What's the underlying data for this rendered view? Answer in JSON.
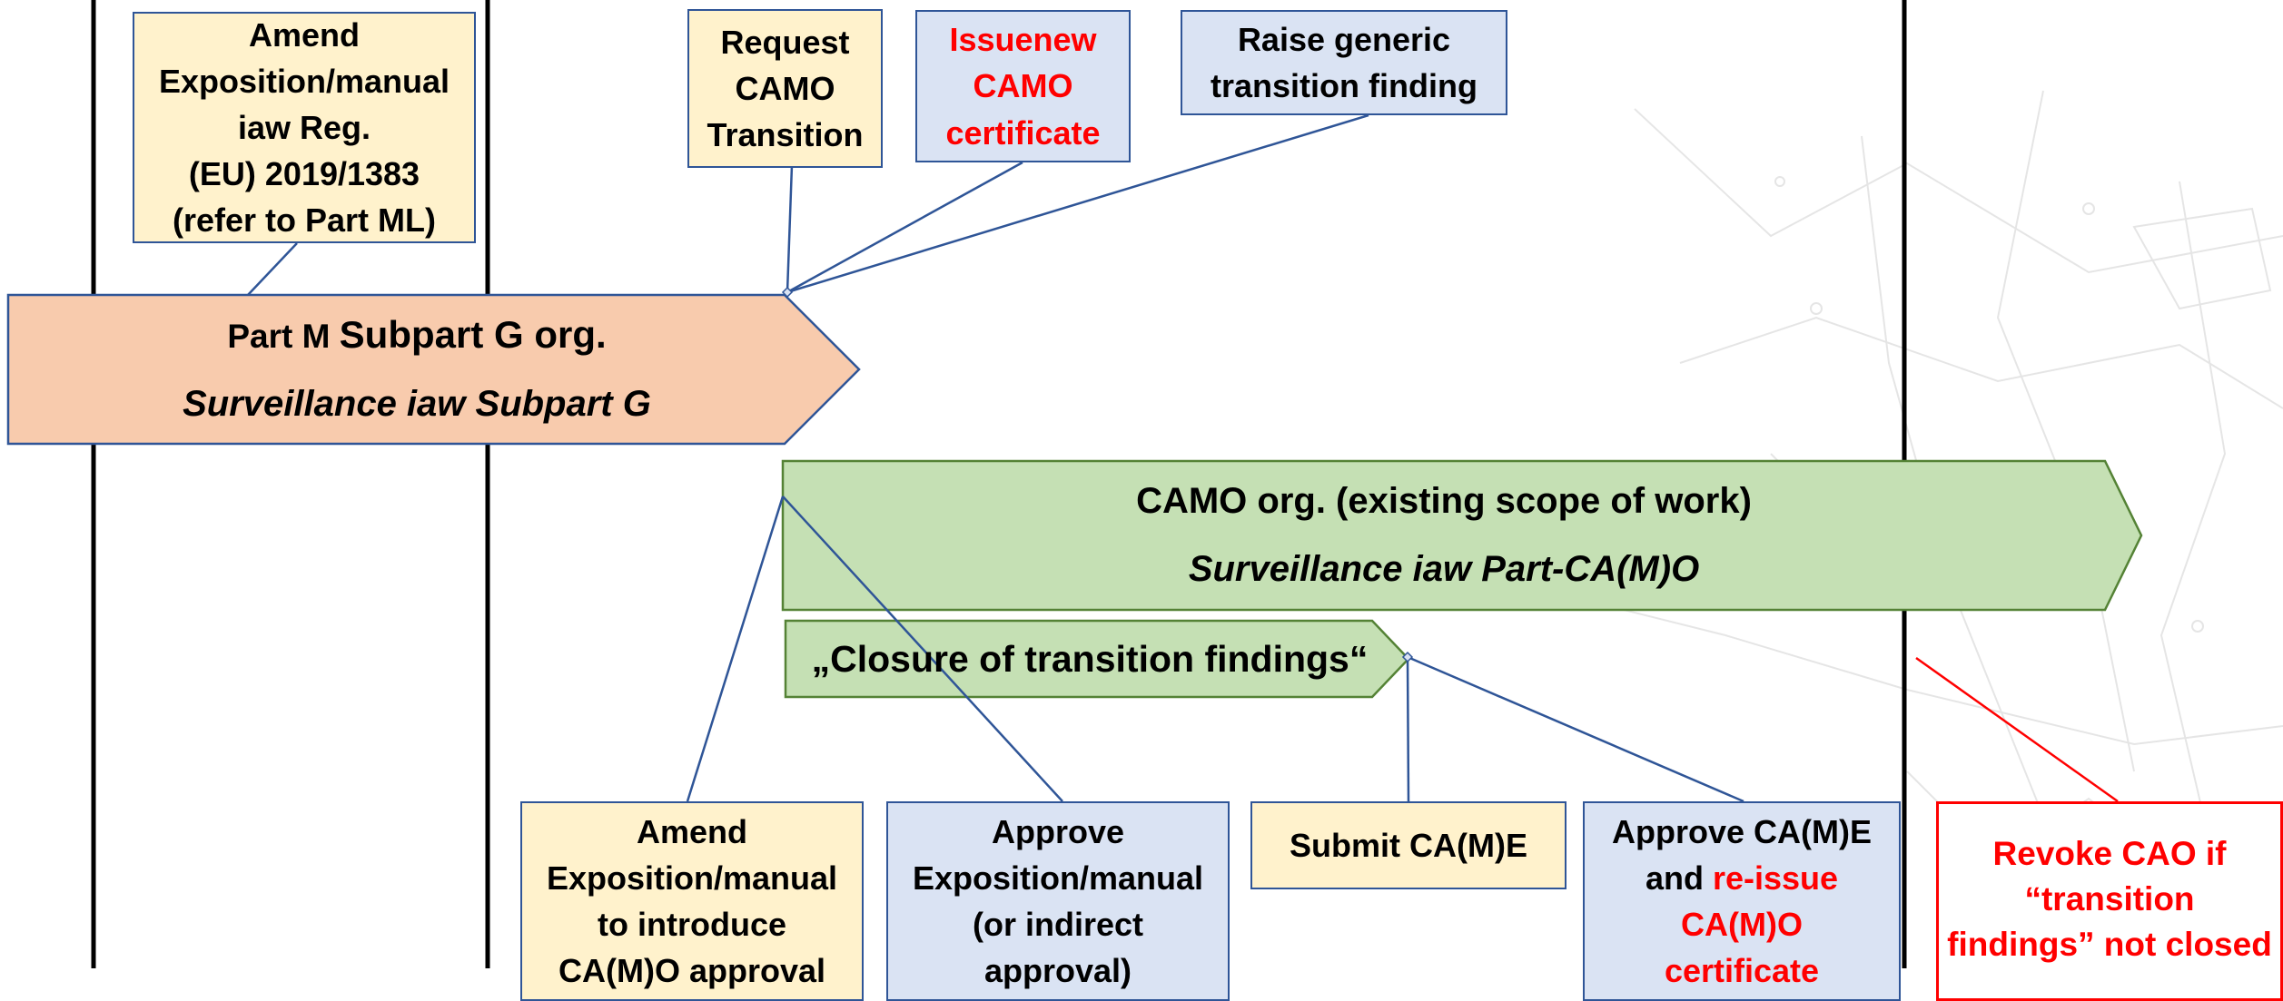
{
  "colors": {
    "arrow_orange_fill": "#f8cbad",
    "arrow_orange_border": "#2f5597",
    "arrow_green_fill": "#c5e0b4",
    "arrow_green_border": "#548235",
    "box_yellow": "#fff2cc",
    "box_blue": "#dae3f3",
    "box_border": "#2f5597",
    "highlight_red": "#ff0000"
  },
  "top_boxes": {
    "amend_part_ml": [
      "Amend",
      "Exposition/manual",
      "iaw Reg.",
      "(EU) 2019/1383",
      "(refer to Part ML)"
    ],
    "request_transition": [
      "Request",
      "CAMO",
      "Transition"
    ],
    "issue_certificate": [
      "Issuenew",
      "CAMO",
      "certificate"
    ],
    "raise_finding": [
      "Raise generic",
      "transition finding"
    ]
  },
  "arrows": {
    "subpart_g": {
      "title_small": "Part M ",
      "title_large": "Subpart G org.",
      "subtitle": "Surveillance iaw Subpart G"
    },
    "camo": {
      "title": "CAMO org. (existing scope of work)",
      "subtitle": "Surveillance iaw Part-CA(M)O"
    },
    "closure": {
      "title": "„Closure of transition findings“"
    }
  },
  "bottom_boxes": {
    "amend_camo": [
      "Amend",
      "Exposition/manual",
      "to introduce",
      "CA(M)O approval"
    ],
    "approve_exposition": [
      "Approve",
      "Exposition/manual",
      "(or indirect",
      "approval)"
    ],
    "submit_came": "Submit CA(M)E",
    "approve_reissue": {
      "line1": "Approve CA(M)E",
      "line2_black": "and ",
      "line2_red": "re-issue",
      "line3": "CA(M)O",
      "line4": "certificate"
    },
    "revoke_cao": [
      "Revoke CAO if",
      "“transition",
      "findings” not closed"
    ]
  }
}
